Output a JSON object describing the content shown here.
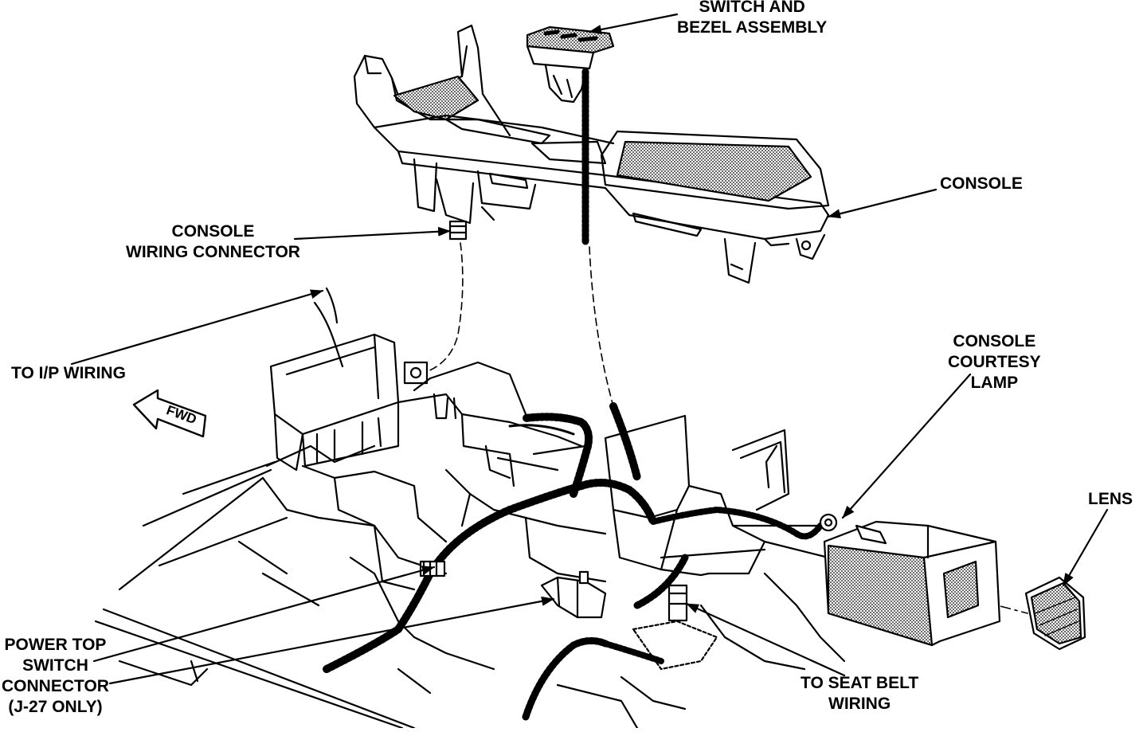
{
  "labels": {
    "switch_bezel": [
      "SWITCH AND",
      "BEZEL ASSEMBLY"
    ],
    "console": "CONSOLE",
    "console_wiring_connector": [
      "CONSOLE",
      "WIRING CONNECTOR"
    ],
    "to_ip_wiring": "TO I/P WIRING",
    "fwd": "FWD",
    "console_courtesy_lamp": [
      "CONSOLE",
      "COURTESY",
      "LAMP"
    ],
    "lens": "LENS",
    "power_top_switch_connector": [
      "POWER TOP",
      "SWITCH",
      "CONNECTOR",
      "(J-27 ONLY)"
    ],
    "to_seat_belt_wiring": [
      "TO SEAT BELT",
      "WIRING"
    ]
  },
  "colors": {
    "ink": "#000000",
    "paper": "#ffffff",
    "stipple": "#8a8a8a"
  }
}
